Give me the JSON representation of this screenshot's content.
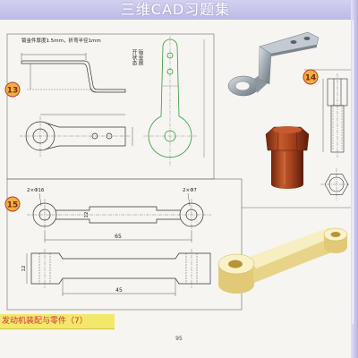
{
  "header": {
    "title": "三维CAD习题集"
  },
  "problem_13": {
    "number": "13",
    "note": "钣金件厚度1.5mm，折弯半径1mm",
    "flat_pattern_label": "钣金展开状态"
  },
  "problem_14": {
    "number": "14"
  },
  "problem_15": {
    "number": "15",
    "hole_left_label": "2×Φ16",
    "hole_right_label": "2×Φ7",
    "top_view_length": "65",
    "side_view_length": "45",
    "bar_width": "12",
    "side_thickness": "12"
  },
  "footer": {
    "caption": "发动机装配与零件（7）",
    "page_number": "95"
  },
  "colors": {
    "header": "#bdb9e6",
    "badge_fill": "#f0b13f",
    "badge_stroke": "#c8372d",
    "flat_pattern_line": "#2f9a3a",
    "caption_bg": "#f3e86c",
    "caption_text": "#d42f3a",
    "copper_part": "#a8441e",
    "yellow_part": "#f2e3a0",
    "metal_part": "#9ea6b0"
  }
}
